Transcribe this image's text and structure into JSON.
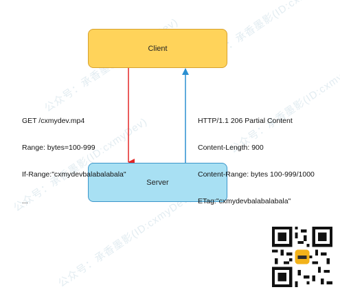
{
  "nodes": {
    "client": "Client",
    "server": "Server"
  },
  "request_lines": [
    "GET /cxmydev.mp4",
    "Range: bytes=100-999",
    "If-Range:\"cxmydevbalabalabala\"",
    "..."
  ],
  "response_lines": [
    "HTTP/1.1 206 Partial Content",
    "Content-Length: 900",
    "Content-Range: bytes 100-999/1000",
    "ETag:\"cxmydevbalabalabala\""
  ],
  "colors": {
    "request_arrow": "#e32626",
    "response_arrow": "#2a8fd1",
    "client_fill": "#ffd35a",
    "server_fill": "#a8e0f3"
  },
  "watermark": "公众号：承香墨影(ID:cxmyDev)",
  "qr_icon": "qr-code-icon"
}
